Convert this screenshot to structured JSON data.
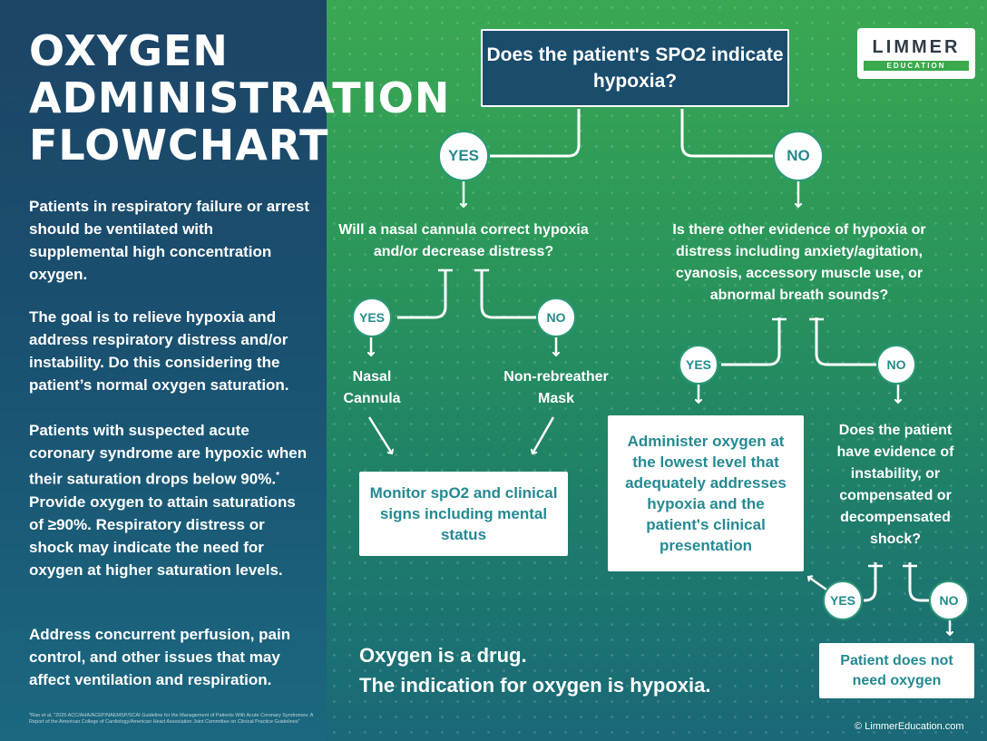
{
  "title": {
    "line1": "OXYGEN",
    "line2": "ADMINISTRATION",
    "line3": "FLOWCHART"
  },
  "intro": {
    "p1": "Patients in respiratory failure or arrest should be ventilated with supplemental high concentration oxygen.",
    "p2": "The goal is to relieve hypoxia and address respiratory distress and/or instability. Do this considering the patient’s normal oxygen saturation.",
    "p3_before": "Patients with suspected acute coronary syndrome are hypoxic when their saturation drops below 90%.",
    "p3_mark": "*",
    "p3_after": " Provide oxygen to attain saturations of ≥90%. Respiratory distress or shock may indicate the need for oxygen at higher saturation levels.",
    "p4": "Address concurrent perfusion, pain control, and other issues that may affect ventilation and respiration."
  },
  "footnote": "*Rao et al, \"2025 ACC/AHA/ACEP/NAEMSP/SCAI Guideline for the Management of Patients With Acute Coronary Syndromes: A Report of the American College of Cardiology/American Heart Association Joint Committee on Clinical Practice Guidelines\"",
  "logo": {
    "brand": "LIMMER",
    "sub": "EDUCATION"
  },
  "flow": {
    "q1": "Does the patient's SPO2 indicate hypoxia?",
    "yes": "YES",
    "no": "NO",
    "q_cannula": "Will a nasal cannula correct hypoxia and/or decrease distress?",
    "q_evidence": "Is there other evidence of hypoxia or distress including anxiety/agitation, cyanosis, accessory muscle use, or abnormal breath sounds?",
    "nasal_cannula": "Nasal Cannula",
    "nrb_mask": "Non-rebreather Mask",
    "monitor": "Monitor spO2 and clinical signs including mental status",
    "administer": "Administer oxygen at the lowest level that adequately addresses hypoxia and the patient's clinical presentation",
    "q_instability": "Does the patient have evidence of instability, or compensated or decompensated shock?",
    "no_oxygen": "Patient does not need oxygen"
  },
  "tagline": {
    "line1": "Oxygen is a drug.",
    "line2": "The indication for oxygen is hypoxia."
  },
  "copyright": "© LimmerEducation.com",
  "colors": {
    "left_panel": "#1c4466",
    "right_top": "#3aa852",
    "right_bottom": "#1a6878",
    "question_box": "#1a4c6c",
    "box_text": "#258a92",
    "logo_green": "#3aaa4c"
  }
}
